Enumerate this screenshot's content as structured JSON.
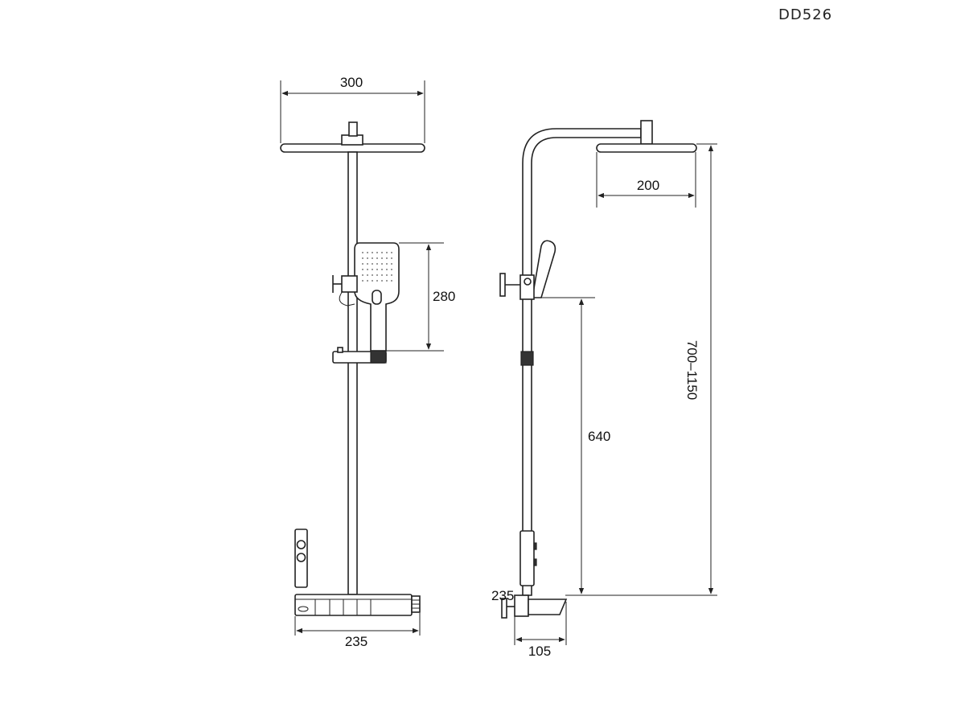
{
  "model_code": "DD526",
  "front_view": {
    "dim_head_width": "300",
    "dim_handshower_height": "280",
    "dim_base_width": "235"
  },
  "side_view": {
    "dim_head_depth": "200",
    "dim_total_height": "700–1150",
    "dim_slider_height": "640",
    "dim_base_label": "235",
    "dim_base_depth": "105"
  }
}
